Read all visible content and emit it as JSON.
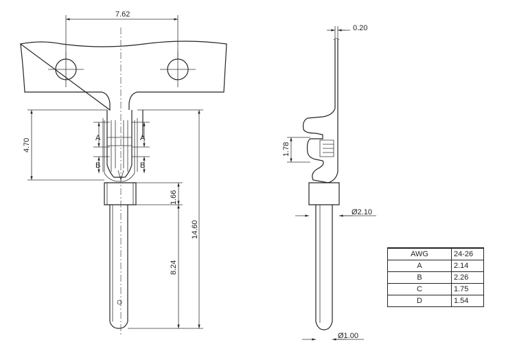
{
  "dimensions": {
    "pitch": "7.62",
    "thickness": "0.20",
    "height_470": "4.70",
    "height_178": "1.78",
    "height_166": "1.66",
    "length_1460": "14.60",
    "length_824": "8.24",
    "dia_210": "Ø2.10",
    "dia_100": "Ø1.00"
  },
  "markers": {
    "A": "A",
    "B": "B"
  },
  "table": {
    "header": {
      "label": "AWG",
      "value": "24-26"
    },
    "rows": [
      {
        "label": "A",
        "value": "2.14"
      },
      {
        "label": "B",
        "value": "2.26"
      },
      {
        "label": "C",
        "value": "1.75"
      },
      {
        "label": "D",
        "value": "1.54"
      }
    ]
  }
}
